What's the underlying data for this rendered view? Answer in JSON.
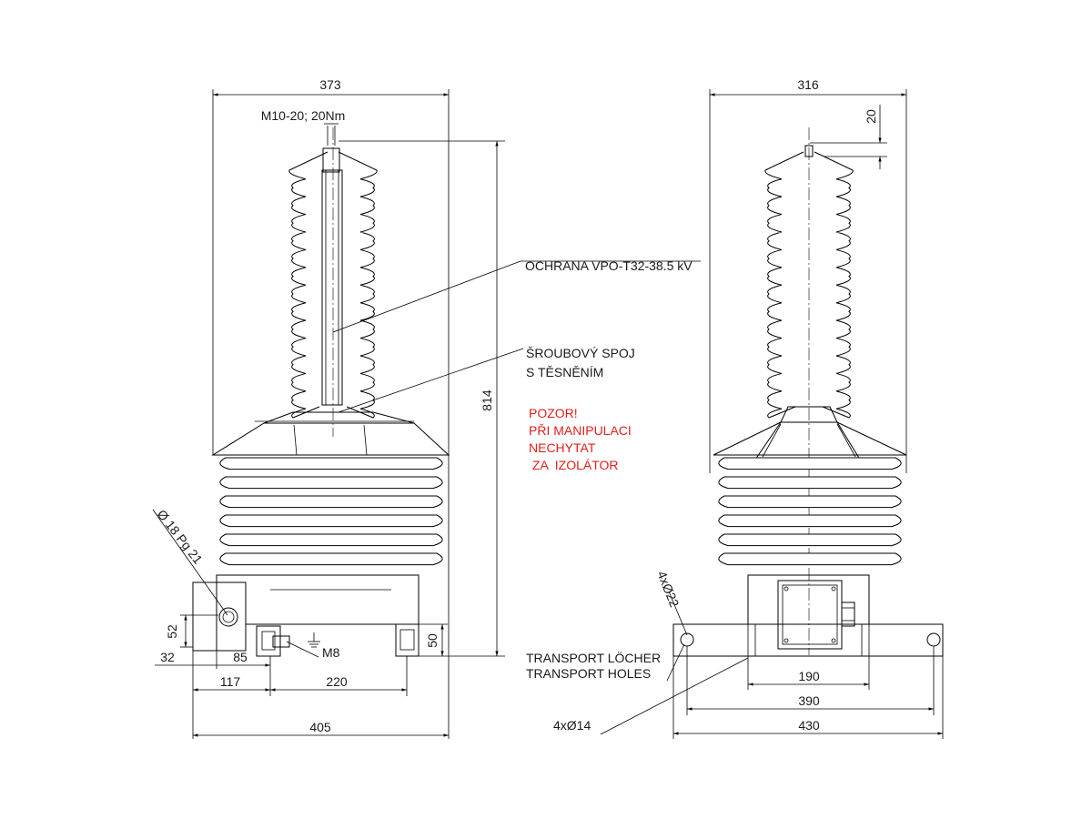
{
  "colors": {
    "line": "#000000",
    "text": "#1a1a1a",
    "warning": "#e0201b",
    "background": "#ffffff"
  },
  "left_view": {
    "dims": {
      "width_top": "373",
      "screw": "M10-20; 20Nm",
      "height": "814",
      "cable_gland": "Ø 18 Pg 21",
      "box_height": "52",
      "box_offset": "32",
      "box_width": "85",
      "foot_offset": "117",
      "foot_spacing": "220",
      "foot_height": "50",
      "earth_bolt": "M8",
      "base_width": "405"
    }
  },
  "right_view": {
    "dims": {
      "width_top": "316",
      "top_offset": "20",
      "holes_top": "4xØ22",
      "inner": "190",
      "holes_spacing": "390",
      "base_width": "430",
      "holes_bottom": "4xØ14"
    },
    "transport": [
      "TRANSPORT LÖCHER",
      "TRANSPORT HOLES"
    ]
  },
  "labels": {
    "protection": "OCHRANA VPO-T32-38.5 kV",
    "screw_joint": [
      "ŠROUBOVÝ SPOJ",
      "S TĚSNĚNÍM"
    ]
  },
  "warning": [
    "POZOR!",
    "PŘI MANIPULACI",
    "NECHYTAT",
    " ZA  IZOLÁTOR"
  ]
}
